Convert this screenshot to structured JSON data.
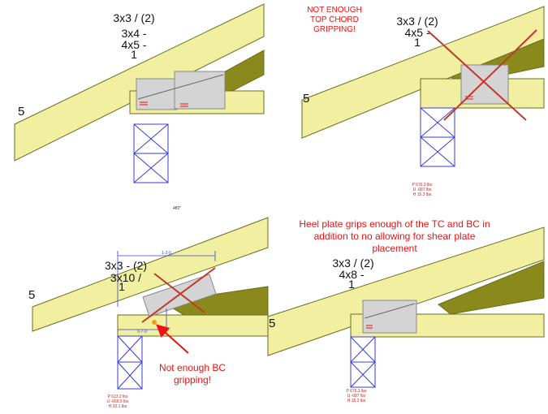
{
  "colors": {
    "lumber_fill": "#f0f0a0",
    "lumber_stroke": "#6b6b20",
    "lumber_dark": "#8a8a1c",
    "plate_fill": "#d4d4d4",
    "plate_stroke": "#888888",
    "post_stroke": "#3b3bd6",
    "cross_red": "#c0392b",
    "note_red": "#ee1111",
    "dim_blue": "#3b3bd6"
  },
  "panels": [
    {
      "pitch": "5",
      "plate_lines": [
        "3x3 / (2)",
        "3x4 -",
        "4x5 -",
        "1"
      ]
    },
    {
      "pitch": "5",
      "warning": [
        "NOT ENOUGH",
        "TOP CHORD",
        "GRIPPING!"
      ],
      "plate_lines": [
        "3x3 / (2)",
        "4x5 -",
        "1"
      ],
      "reactions": [
        "P 676.3 lbs",
        "U -687 lbs",
        "H 15.3 lbs"
      ]
    },
    {
      "pitch": "5",
      "plate_lines": [
        "3x3 - (2)",
        "3x10 /",
        "1"
      ],
      "top_label": "4ff2\"",
      "dim_top": "1-2-0",
      "dim_bottom": "0-7-0",
      "warning": [
        "Not enough BC",
        "gripping!"
      ],
      "reactions": [
        "P 613.2 lbs",
        "U -666.5 lbs",
        "H 32.1 lbs"
      ]
    },
    {
      "pitch": "5",
      "note": [
        "Heel plate grips enough of the TC and BC in",
        "addition to no allowing for shear plate",
        "placement"
      ],
      "plate_lines": [
        "3x3 / (2)",
        "4x8 -",
        "1"
      ],
      "reactions": [
        "P 676.3 lbs",
        "U -687 lbs",
        "H 15.3 lbs"
      ]
    }
  ]
}
